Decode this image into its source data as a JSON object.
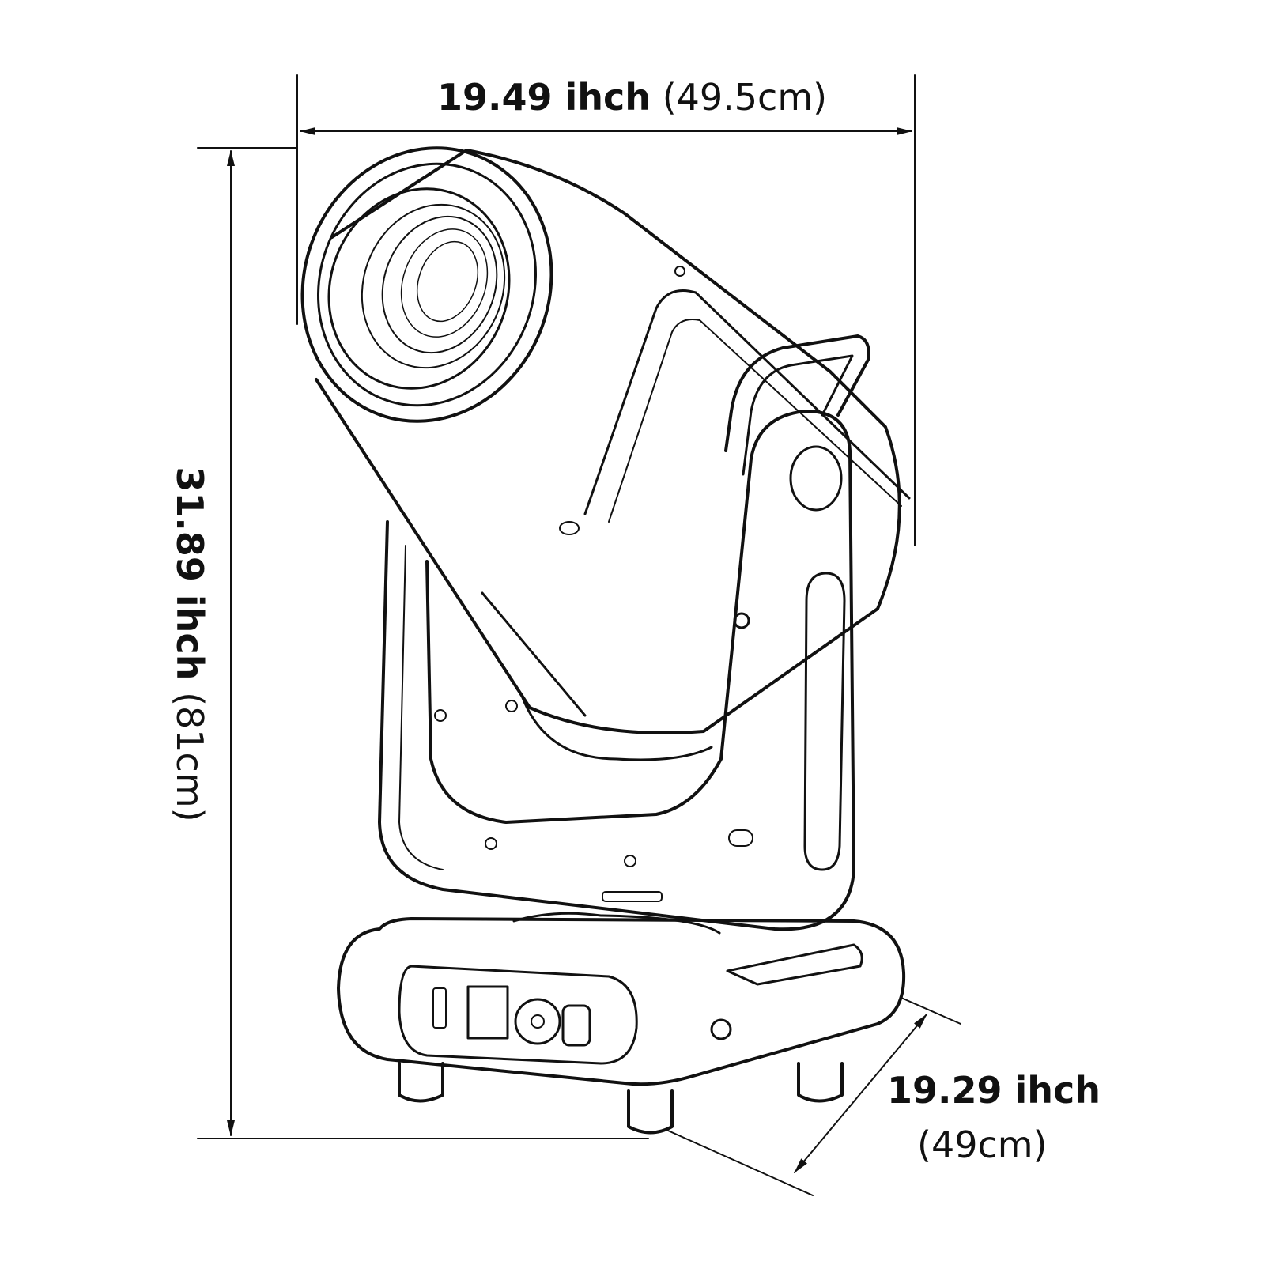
{
  "dimensions": {
    "width": {
      "value": "19.49 ihch",
      "metric": "(49.5cm)"
    },
    "height": {
      "value": "31.89 ihch",
      "metric": "(81cm)"
    },
    "depth": {
      "value": "19.29 ihch",
      "metric": "(49cm)"
    }
  },
  "colors": {
    "line": "#111111",
    "background": "#ffffff"
  }
}
